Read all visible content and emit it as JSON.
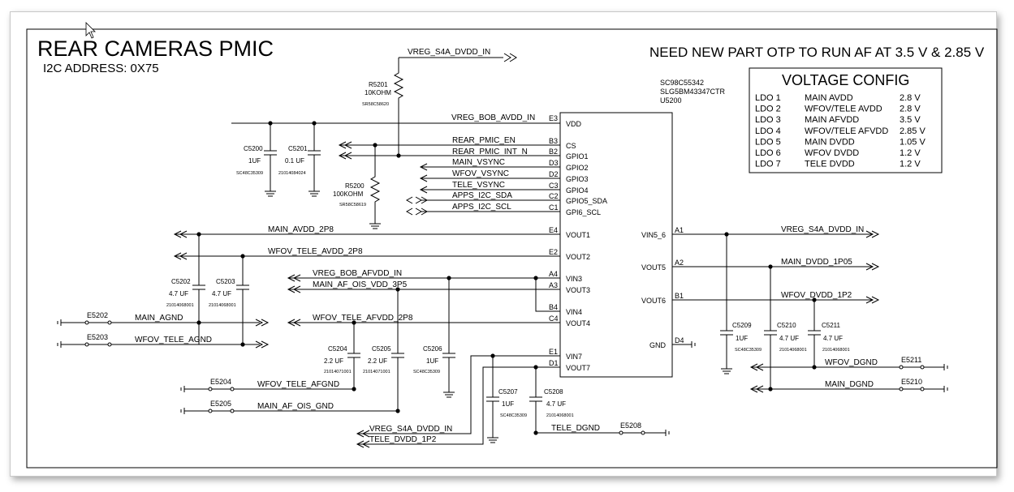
{
  "title": "REAR CAMERAS PMIC",
  "subtitle": "I2C ADDRESS: 0X75",
  "note": "NEED NEW PART OTP TO RUN AF AT 3.5 V & 2.85 V",
  "ic": {
    "part1": "SC98C55342",
    "part2": "SLG5BM43347CTR",
    "ref": "U5200",
    "left_pins": [
      {
        "ball": "E3",
        "name": "VDD",
        "net": "VREG_BOB_AVDD_IN"
      },
      {
        "ball": "B3",
        "name": "CS",
        "net": "REAR_PMIC_EN"
      },
      {
        "ball": "B2",
        "name": "GPIO1",
        "net": "REAR_PMIC_INT_N"
      },
      {
        "ball": "D3",
        "name": "GPIO2",
        "net": "MAIN_VSYNC"
      },
      {
        "ball": "D2",
        "name": "GPIO3",
        "net": "WFOV_VSYNC"
      },
      {
        "ball": "C3",
        "name": "GPIO4",
        "net": "TELE_VSYNC"
      },
      {
        "ball": "C2",
        "name": "GPIO5_SDA",
        "net": "APPS_I2C_SDA"
      },
      {
        "ball": "C1",
        "name": "GPI6_SCL",
        "net": "APPS_I2C_SCL"
      },
      {
        "ball": "E4",
        "name": "VOUT1",
        "net": "MAIN_AVDD_2P8"
      },
      {
        "ball": "E2",
        "name": "VOUT2",
        "net": "WFOV_TELE_AVDD_2P8"
      },
      {
        "ball": "A4",
        "name": "VIN3",
        "net": "VREG_BOB_AFVDD_IN"
      },
      {
        "ball": "A3",
        "name": "VOUT3",
        "net": "MAIN_AF_OIS_VDD_3P5"
      },
      {
        "ball": "B4",
        "name": "VIN4",
        "net": ""
      },
      {
        "ball": "C4",
        "name": "VOUT4",
        "net": "WFOV_TELE_AFVDD_2P8"
      },
      {
        "ball": "E1",
        "name": "VIN7",
        "net": "VREG_S4A_DVDD_IN"
      },
      {
        "ball": "D1",
        "name": "VOUT7",
        "net": "TELE_DVDD_1P2"
      }
    ],
    "right_pins": [
      {
        "ball": "A1",
        "name": "VIN5_6",
        "net": "VREG_S4A_DVDD_IN"
      },
      {
        "ball": "A2",
        "name": "VOUT5",
        "net": "MAIN_DVDD_1P05"
      },
      {
        "ball": "B1",
        "name": "VOUT6",
        "net": "WFOV_DVDD_1P2"
      },
      {
        "ball": "D4",
        "name": "GND",
        "net": ""
      }
    ]
  },
  "top_net": "VREG_S4A_DVDD_IN",
  "resistors": [
    {
      "ref": "R5201",
      "value": "10KOHM",
      "pn": "SR58C58620"
    },
    {
      "ref": "R5200",
      "value": "100KOHM",
      "pn": "SR58C58619"
    }
  ],
  "capacitors": [
    {
      "ref": "C5200",
      "value": "1UF",
      "pn": "SC48C35309"
    },
    {
      "ref": "C5201",
      "value": "0.1 UF",
      "pn": "21014084024"
    },
    {
      "ref": "C5202",
      "value": "4.7 UF",
      "pn": "21014068001"
    },
    {
      "ref": "C5203",
      "value": "4.7 UF",
      "pn": "21014068001"
    },
    {
      "ref": "C5204",
      "value": "2.2 UF",
      "pn": "21014071001"
    },
    {
      "ref": "C5205",
      "value": "2.2 UF",
      "pn": "21014071001"
    },
    {
      "ref": "C5206",
      "value": "1UF",
      "pn": "SC48C35309"
    },
    {
      "ref": "C5207",
      "value": "1UF",
      "pn": "SC48C35309"
    },
    {
      "ref": "C5208",
      "value": "4.7 UF",
      "pn": "21014068001"
    },
    {
      "ref": "C5209",
      "value": "1UF",
      "pn": "SC48C35309"
    },
    {
      "ref": "C5210",
      "value": "4.7 UF",
      "pn": "21014068001"
    },
    {
      "ref": "C5211",
      "value": "4.7 UF",
      "pn": "21014068001"
    }
  ],
  "grounds": [
    {
      "ref": "E5202",
      "net": "MAIN_AGND"
    },
    {
      "ref": "E5203",
      "net": "WFOV_TELE_AGND"
    },
    {
      "ref": "E5204",
      "net": "WFOV_TELE_AFGND"
    },
    {
      "ref": "E5205",
      "net": "MAIN_AF_OIS_GND"
    },
    {
      "ref": "E5208",
      "net": "TELE_DGND"
    },
    {
      "ref": "E5211",
      "net": "WFOV_DGND"
    },
    {
      "ref": "E5210",
      "net": "MAIN_DGND"
    }
  ],
  "voltage_config": {
    "title": "VOLTAGE CONFIG",
    "rows": [
      {
        "ldo": "LDO 1",
        "rail": "MAIN AVDD",
        "volt": "2.8 V"
      },
      {
        "ldo": "LDO 2",
        "rail": "WFOV/TELE AVDD",
        "volt": "2.8 V"
      },
      {
        "ldo": "LDO 3",
        "rail": "MAIN AFVDD",
        "volt": "3.5 V"
      },
      {
        "ldo": "LDO 4",
        "rail": "WFOV/TELE AFVDD",
        "volt": "2.85 V"
      },
      {
        "ldo": "LDO 5",
        "rail": "MAIN DVDD",
        "volt": "1.05 V"
      },
      {
        "ldo": "LDO 6",
        "rail": "WFOV DVDD",
        "volt": "1.2 V"
      },
      {
        "ldo": "LDO 7",
        "rail": "TELE DVDD",
        "volt": "1.2 V"
      }
    ]
  }
}
